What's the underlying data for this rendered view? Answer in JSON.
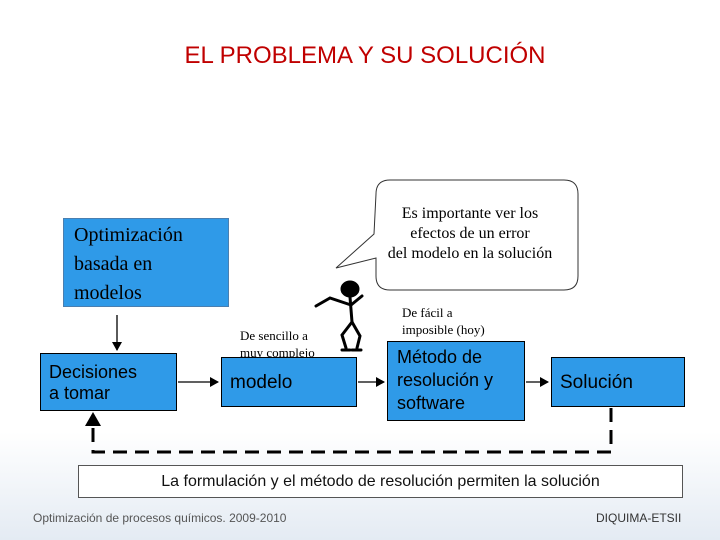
{
  "slide": {
    "title": "EL PROBLEMA Y SU SOLUCIÓN"
  },
  "boxes": {
    "optimizacion": [
      "Optimización",
      "basada en",
      "modelos"
    ],
    "decisiones": [
      "Decisiones",
      "a tomar"
    ],
    "modelo": "modelo",
    "metodo": [
      "Método de",
      "resolución y",
      "software"
    ],
    "solucion": "Solución",
    "conclusion": "La formulación y el método de resolución permiten la solución"
  },
  "notes": {
    "sencillo": [
      "De sencillo a",
      "muy complejo"
    ],
    "facil": [
      "De fácil a",
      "imposible (hoy)"
    ]
  },
  "callout": [
    "Es importante ver los",
    "efectos de un error",
    "del modelo en la solución"
  ],
  "footer": {
    "left": "Optimización de procesos químicos. 2009-2010",
    "right": "DIQUIMA-ETSII"
  },
  "colors": {
    "title": "#c00000",
    "box_fill": "#2f9ae8",
    "callout_fill": "#ffffff"
  },
  "icons": {
    "figure": "thinking-stick-figure-icon"
  }
}
